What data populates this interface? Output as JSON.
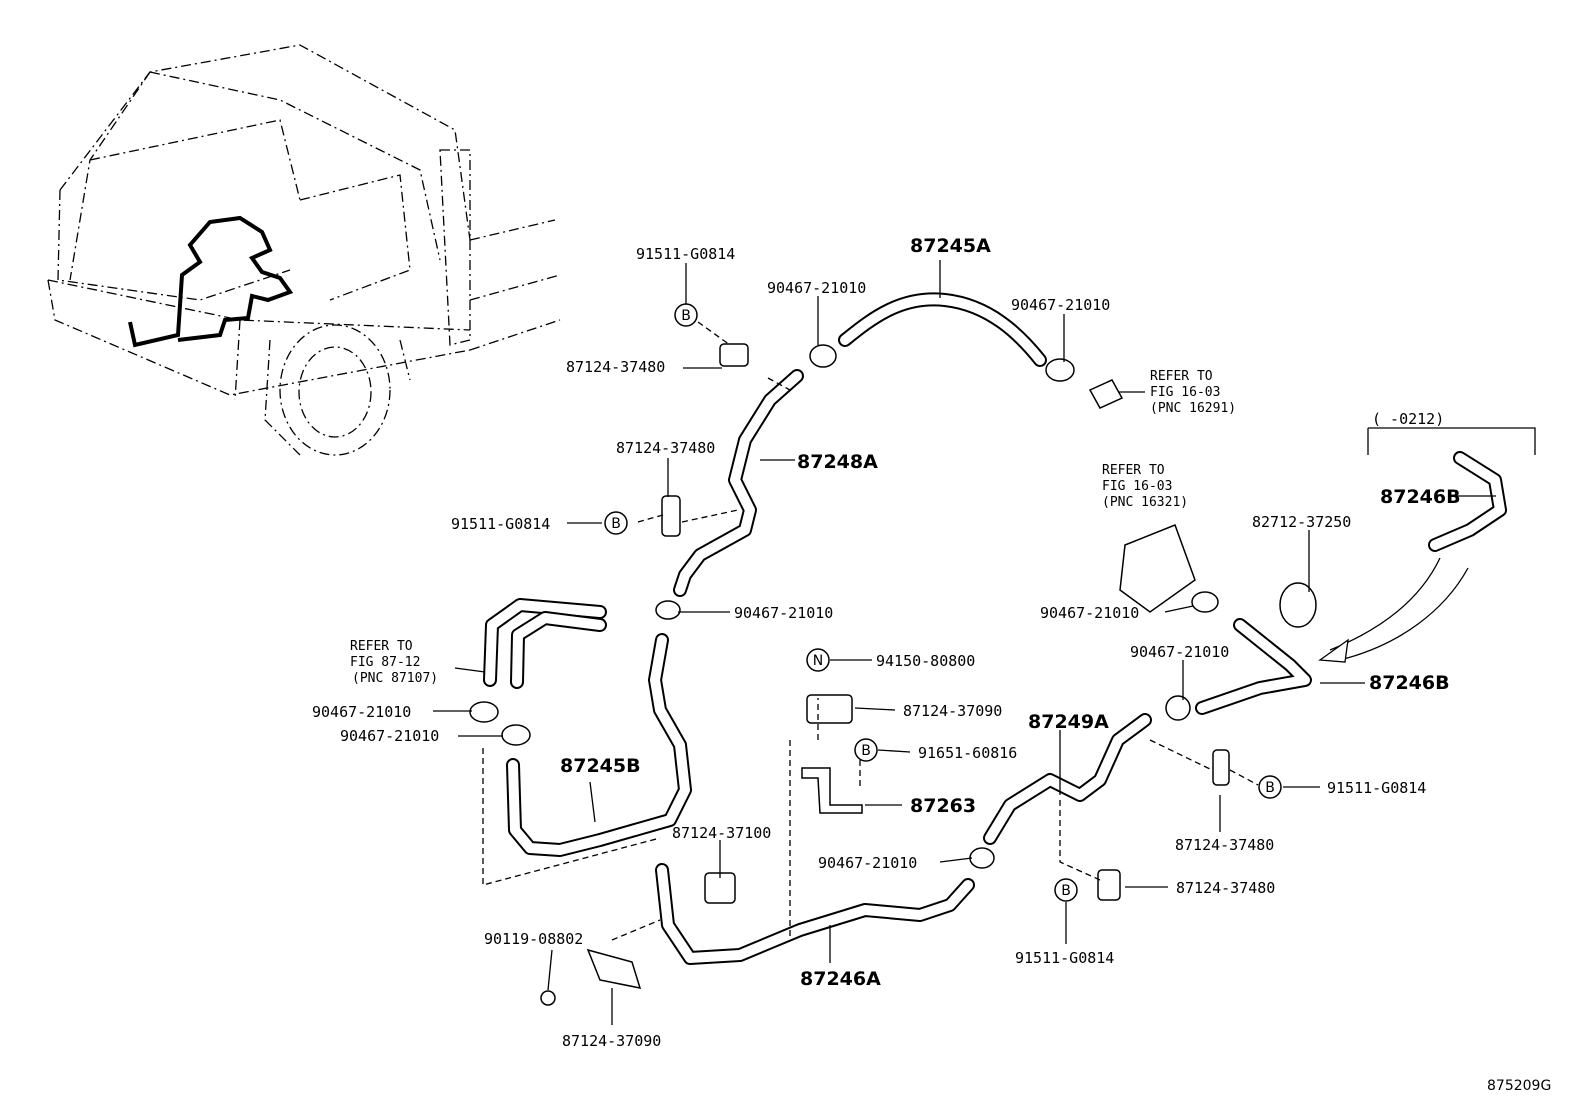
{
  "diagram_code": "875209G",
  "labels": {
    "l_91511_top": "91511-G0814",
    "l_87124_37480_top": "87124-37480",
    "l_90467_top_left": "90467-21010",
    "l_87245A": "87245A",
    "l_90467_top_right": "90467-21010",
    "l_ref_fig_16_03_a_1": "REFER TO",
    "l_ref_fig_16_03_a_2": "FIG 16-03",
    "l_ref_fig_16_03_a_3": "(PNC 16291)",
    "l_87124_37480_mid": "87124-37480",
    "l_87248A": "87248A",
    "l_91511_mid": "91511-G0814",
    "l_range": "(      -0212)",
    "l_87246B_top": "87246B",
    "l_ref_fig_16_03_b_1": "REFER TO",
    "l_ref_fig_16_03_b_2": "FIG 16-03",
    "l_ref_fig_16_03_b_3": "(PNC 16321)",
    "l_82712_37250": "82712-37250",
    "l_90467_upper_hose": "90467-21010",
    "l_90467_thermo": "90467-21010",
    "l_ref_fig_87_12_1": "REFER TO",
    "l_ref_fig_87_12_2": "FIG 87-12",
    "l_ref_fig_87_12_3": "(PNC 87107)",
    "l_94150_80800": "94150-80800",
    "l_90467_right": "90467-21010",
    "l_87246B_right": "87246B",
    "l_90467_left_1": "90467-21010",
    "l_90467_left_2": "90467-21010",
    "l_87124_37090_top": "87124-37090",
    "l_87249A": "87249A",
    "l_91651_60816": "91651-60816",
    "l_87245B": "87245B",
    "l_91511_right": "91511-G0814",
    "l_87263": "87263",
    "l_87124_37100": "87124-37100",
    "l_87124_37480_right_1": "87124-37480",
    "l_90467_lower": "90467-21010",
    "l_87124_37480_right_2": "87124-37480",
    "l_90119_08802": "90119-08802",
    "l_87246A": "87246A",
    "l_91511_bottom": "91511-G0814",
    "l_87124_37090_bottom": "87124-37090"
  },
  "badges": {
    "b_letter": "B",
    "n_letter": "N"
  }
}
